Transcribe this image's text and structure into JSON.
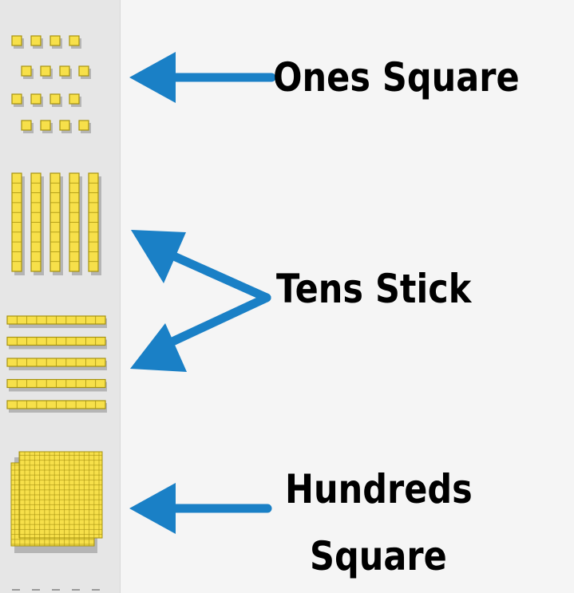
{
  "labels": {
    "ones": "Ones Square",
    "tens": "Tens Stick",
    "hundreds_line1": "Hundreds",
    "hundreds_line2": "Square"
  },
  "colors": {
    "block_fill": "#f7e04a",
    "block_stroke": "#a6920f",
    "block_shadow": "#b5b5b5",
    "arrow": "#1a80c6",
    "sidebar": "#e6e6e6",
    "background": "#f5f5f5"
  },
  "icons": {
    "ones_palette": "ones-square-blocks-icon",
    "tens_vertical_palette": "vertical-tens-sticks-icon",
    "tens_horizontal_palette": "horizontal-tens-sticks-icon",
    "hundreds_palette": "hundreds-square-icon",
    "arrow": "left-arrow-icon"
  }
}
